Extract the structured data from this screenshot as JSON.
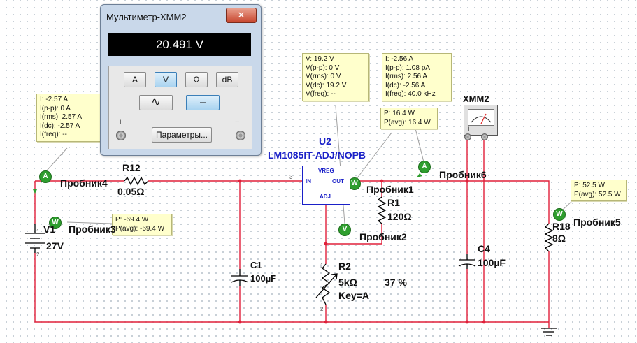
{
  "multimeter": {
    "title": "Мультиметр-XMM2",
    "close_symbol": "✕",
    "reading": "20.491 V",
    "mode_buttons": [
      "A",
      "V",
      "Ω",
      "dB"
    ],
    "active_mode": "V",
    "ac_symbol": "∿",
    "dc_symbol": "⎯",
    "settings_label": "Параметры...",
    "plus_label": "+",
    "minus_label": "−"
  },
  "instrument": {
    "label": "XMM2",
    "plus": "+",
    "minus": "−"
  },
  "components": {
    "u2_ref": "U2",
    "u2_part": "LM1085IT-ADJ/NOPB",
    "u2_box": "VREG",
    "u2_in": "IN",
    "u2_out": "OUT",
    "u2_adj": "ADJ",
    "u2_pin": "3",
    "r12_ref": "R12",
    "r12_val": "0.05Ω",
    "r1_ref": "R1",
    "r1_val": "120Ω",
    "r2_ref": "R2",
    "r2_val": "5kΩ",
    "r2_key": "Key=A",
    "r2_pct": "37 %",
    "r18_ref": "R18",
    "r18_val": "8Ω",
    "c1_ref": "C1",
    "c1_val": "100µF",
    "c4_ref": "C4",
    "c4_val": "100µF",
    "v1_ref": "V1",
    "v1_val": "27V",
    "pin1": "1",
    "pin2": "2"
  },
  "probes": {
    "p4_label": "Пробник4",
    "p3_label": "Пробник3",
    "p1_label": "Пробник1",
    "p2_label": "Пробник2",
    "p6_label": "Пробник6",
    "p5_label": "Пробник5",
    "ammeter_symbol": "A",
    "wattmeter_symbol": "W",
    "voltmeter_symbol": "V"
  },
  "tooltips": {
    "p4": [
      "I: -2.57 A",
      "I(p-p): 0 A",
      "I(rms): 2.57 A",
      "I(dc): -2.57 A",
      "I(freq): --"
    ],
    "p3": [
      "P: -69.4 W",
      "P(avg): -69.4 W"
    ],
    "p2": [
      "V: 19.2 V",
      "V(p-p): 0 V",
      "V(rms): 0 V",
      "V(dc): 19.2 V",
      "V(freq): --"
    ],
    "p6": [
      "I: -2.56 A",
      "I(p-p): 1.08 pA",
      "I(rms): 2.56 A",
      "I(dc): -2.56 A",
      "I(freq): 40.0 kHz"
    ],
    "p1": [
      "P: 16.4 W",
      "P(avg): 16.4 W"
    ],
    "p5": [
      "P: 52.5 W",
      "P(avg): 52.5 W"
    ]
  },
  "colors": {
    "wire": "#e0203a",
    "probe": "#2e9e2e",
    "component": "#000000",
    "part_label": "#1a20c8",
    "tooltip": "#ffffcc"
  }
}
